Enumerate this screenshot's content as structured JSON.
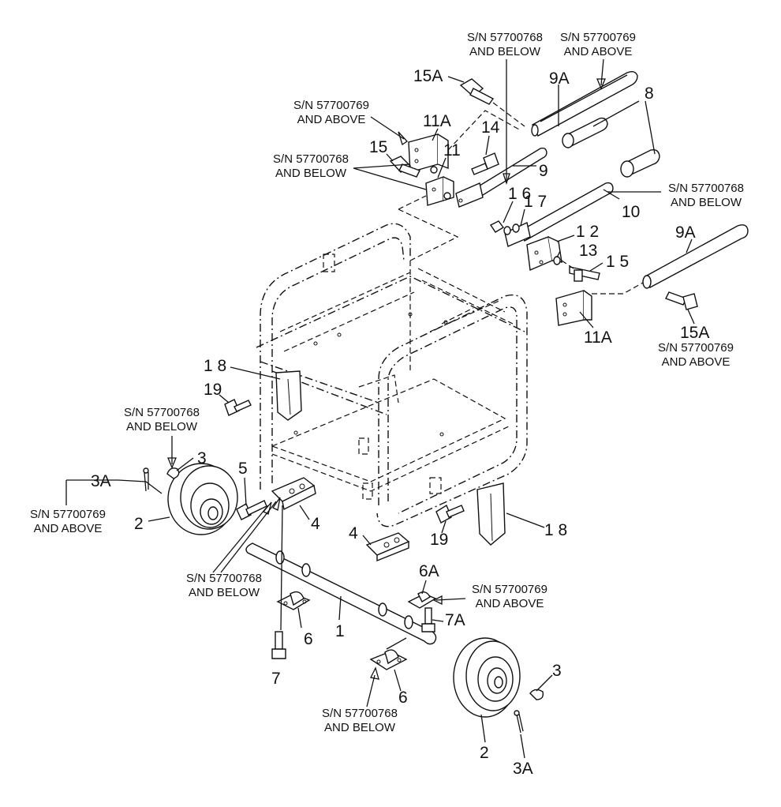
{
  "callouts": {
    "c1": "1",
    "c2_left": "2",
    "c2_right": "2",
    "c3_left": "3",
    "c3_right": "3",
    "c3A_left": "3A",
    "c3A_right": "3A",
    "c4_a": "4",
    "c4_b": "4",
    "c5": "5",
    "c6_a": "6",
    "c6_b": "6",
    "c6A": "6A",
    "c7": "7",
    "c7A": "7A",
    "c8": "8",
    "c9": "9",
    "c9A_top": "9A",
    "c9A_right": "9A",
    "c10": "10",
    "c11": "11",
    "c11A_top": "11A",
    "c11A_right": "11A",
    "c12": "1 2",
    "c13": "13",
    "c14": "14",
    "c15_top": "15",
    "c15_mid": "1 5",
    "c15A_top": "15A",
    "c15A_right": "15A",
    "c16": "1 6",
    "c17": "1 7",
    "c18_left": "1 8",
    "c18_right": "1 8",
    "c19_left": "19",
    "c19_right": "19"
  },
  "serial_notes": {
    "top_below_l1": "S/N 57700768",
    "top_below_l2": "AND BELOW",
    "top_above_l1": "S/N 57700769",
    "top_above_l2": "AND ABOVE",
    "bracket_above_l1": "S/N 57700769",
    "bracket_above_l2": "AND ABOVE",
    "bracket_below_l1": "S/N 57700768",
    "bracket_below_l2": "AND BELOW",
    "handle10_l1": "S/N 57700768",
    "handle10_l2": "AND BELOW",
    "right15A_l1": "S/N 57700769",
    "right15A_l2": "AND ABOVE",
    "wheel_clip_l1": "S/N 57700768",
    "wheel_clip_l2": "AND BELOW",
    "left3A_l1": "S/N 57700769",
    "left3A_l2": "AND ABOVE",
    "bolt5_l1": "S/N 57700768",
    "bolt5_l2": "AND BELOW",
    "bracket6A_l1": "S/N 57700769",
    "bracket6A_l2": "AND ABOVE",
    "bracket6_l1": "S/N 57700768",
    "bracket6_l2": "AND BELOW"
  }
}
